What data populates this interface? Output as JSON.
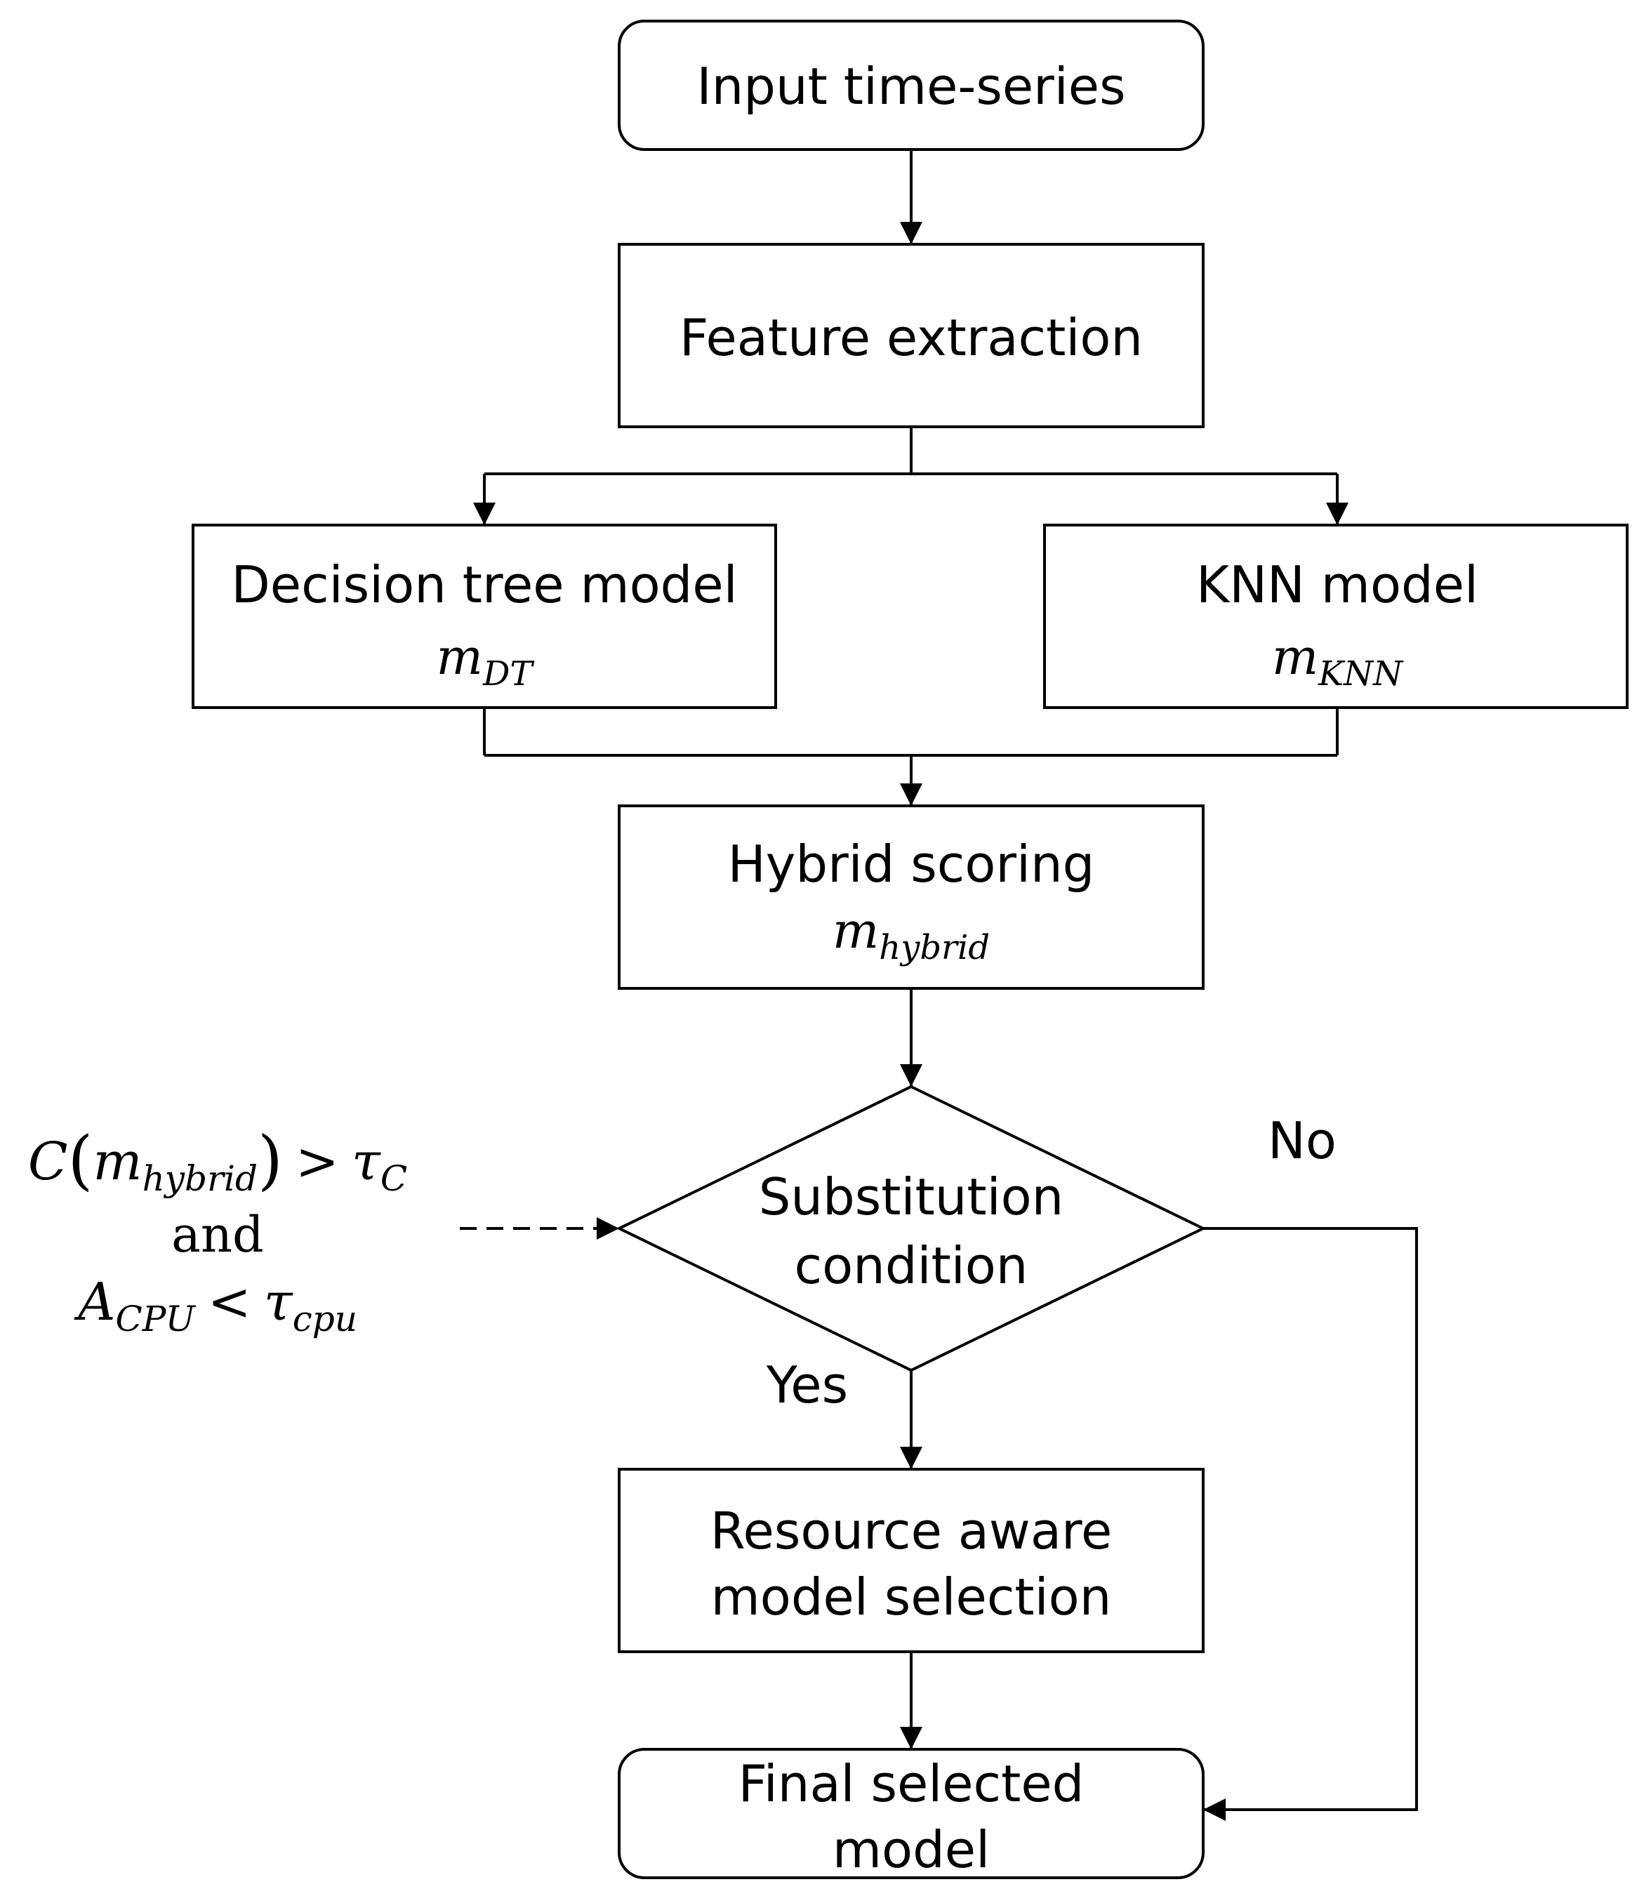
{
  "nodes": {
    "input": {
      "label": "Input time-series"
    },
    "feature": {
      "label": "Feature extraction"
    },
    "dt": {
      "label": "Decision tree model",
      "math_base": "m",
      "math_sub": "DT"
    },
    "knn": {
      "label": "KNN model",
      "math_base": "m",
      "math_sub": "KNN"
    },
    "hybrid": {
      "label": "Hybrid scoring",
      "math_base": "m",
      "math_sub": "hybrid"
    },
    "decision": {
      "line1": "Substitution",
      "line2": "condition"
    },
    "resource": {
      "line1": "Resource aware",
      "line2": "model selection"
    },
    "final": {
      "line1": "Final selected",
      "line2": "model"
    }
  },
  "edges": {
    "yes_label": "Yes",
    "no_label": "No"
  },
  "condition": {
    "c": "C",
    "open_paren": "(",
    "m": "m",
    "m_sub": "hybrid",
    "close_paren": ")",
    "gt": ">",
    "tau": "τ",
    "tau_c_sub": "C",
    "and": "and",
    "a": "A",
    "a_sub": "CPU",
    "lt": "<",
    "tau_cpu_sub": "cpu"
  }
}
